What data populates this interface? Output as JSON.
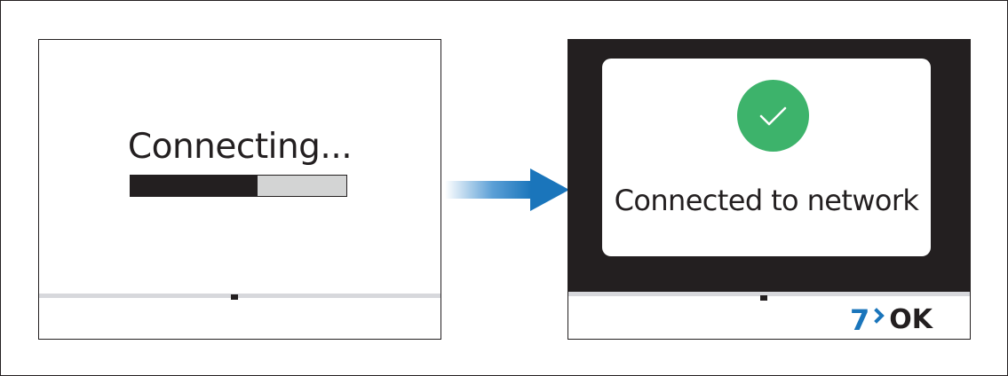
{
  "left_screen": {
    "status_text": "Connecting...",
    "progress": 0.59,
    "progress_fill_color": "#231f20",
    "progress_track_color": "#d3d4d4"
  },
  "transition_arrow": {
    "icon": "arrow-right-icon",
    "color": "#1a75bb"
  },
  "right_screen": {
    "dialog": {
      "icon": "check-icon",
      "icon_color": "#3db36b",
      "message": "Connected to network"
    },
    "softkey": {
      "key_number": "7",
      "key_icon": "chevron-right-icon",
      "label": "OK",
      "key_color": "#1a75bb"
    }
  }
}
